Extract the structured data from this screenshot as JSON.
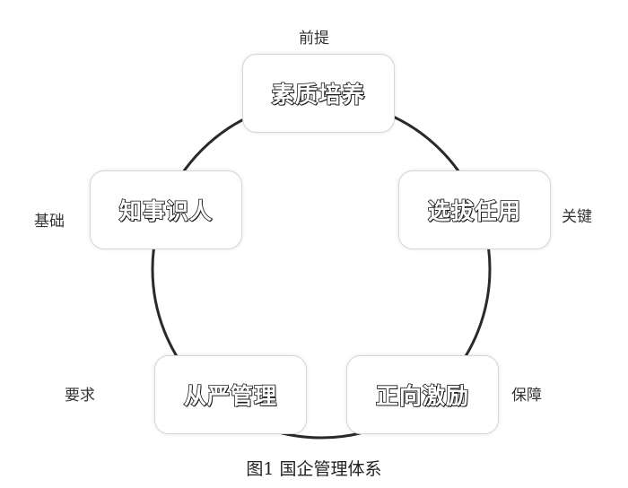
{
  "diagram": {
    "nodes": [
      {
        "label": "素质培养",
        "side_label": "前提"
      },
      {
        "label": "选拔任用",
        "side_label": "关键"
      },
      {
        "label": "正向激励",
        "side_label": "保障"
      },
      {
        "label": "从严管理",
        "side_label": "要求"
      },
      {
        "label": "知事识人",
        "side_label": "基础"
      }
    ],
    "caption": "图1  国企管理体系"
  }
}
